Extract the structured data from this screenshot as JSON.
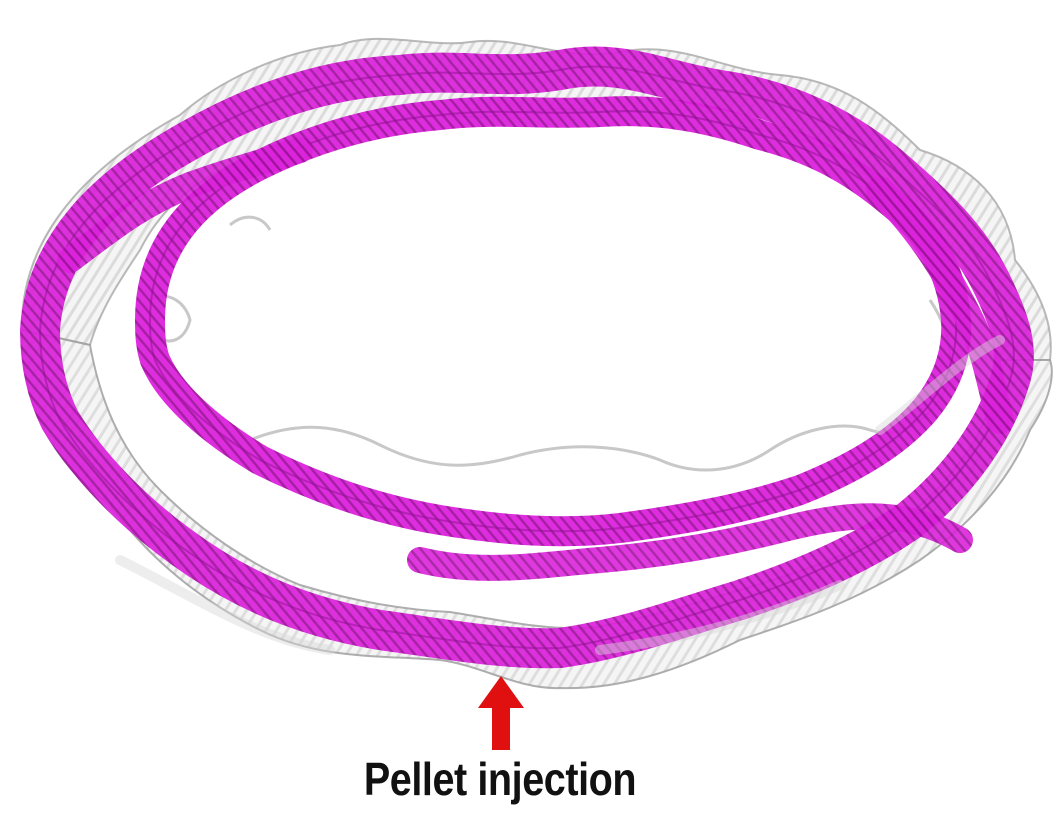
{
  "colors": {
    "background": "#ffffff",
    "surface": "#e4e4e4",
    "surface_edge": "#9a9a9a",
    "band": "#d11ed1",
    "band_dark": "#8e1190",
    "arrow": "#e01010",
    "caption": "#111111"
  },
  "illustration": {
    "surface": "translucent wavy toroidal surface",
    "bands": "magenta helical field-line bands",
    "marker": "arrow-up-icon"
  },
  "caption": "Pellet injection"
}
